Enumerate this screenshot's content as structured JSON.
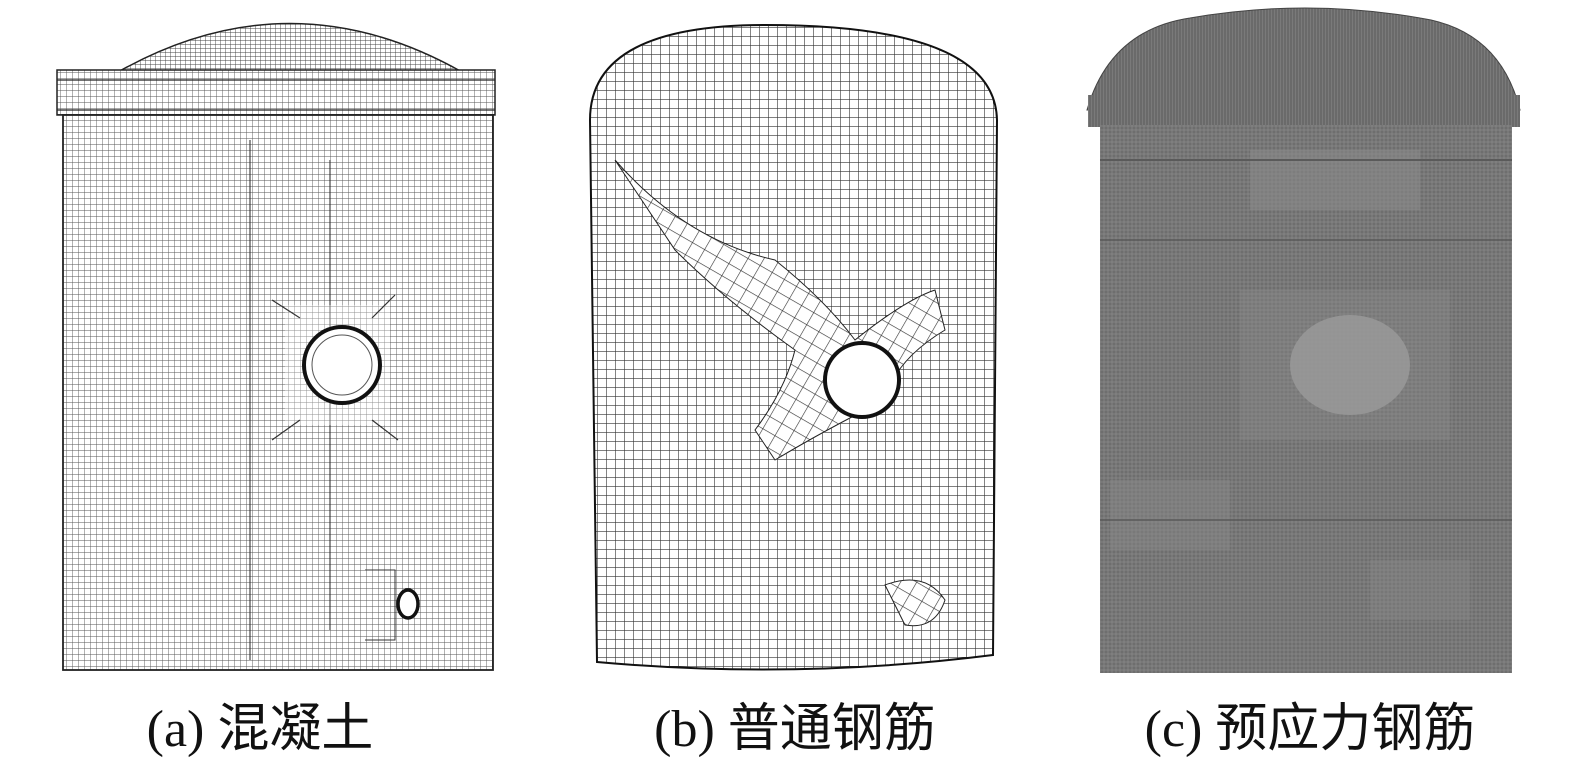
{
  "figure": {
    "panels": [
      {
        "id": "a",
        "caption": "(a) 混凝土",
        "kind": "concrete-mesh"
      },
      {
        "id": "b",
        "caption": "(b) 普通钢筋",
        "kind": "rebar-mesh"
      },
      {
        "id": "c",
        "caption": "(c) 预应力钢筋",
        "kind": "prestressed-tendons"
      }
    ],
    "colors": {
      "mesh": "#3a3a3a",
      "tendon_fill": "#6e6e6e",
      "tendon_light": "#9a9a9a",
      "outline": "#111111"
    }
  }
}
